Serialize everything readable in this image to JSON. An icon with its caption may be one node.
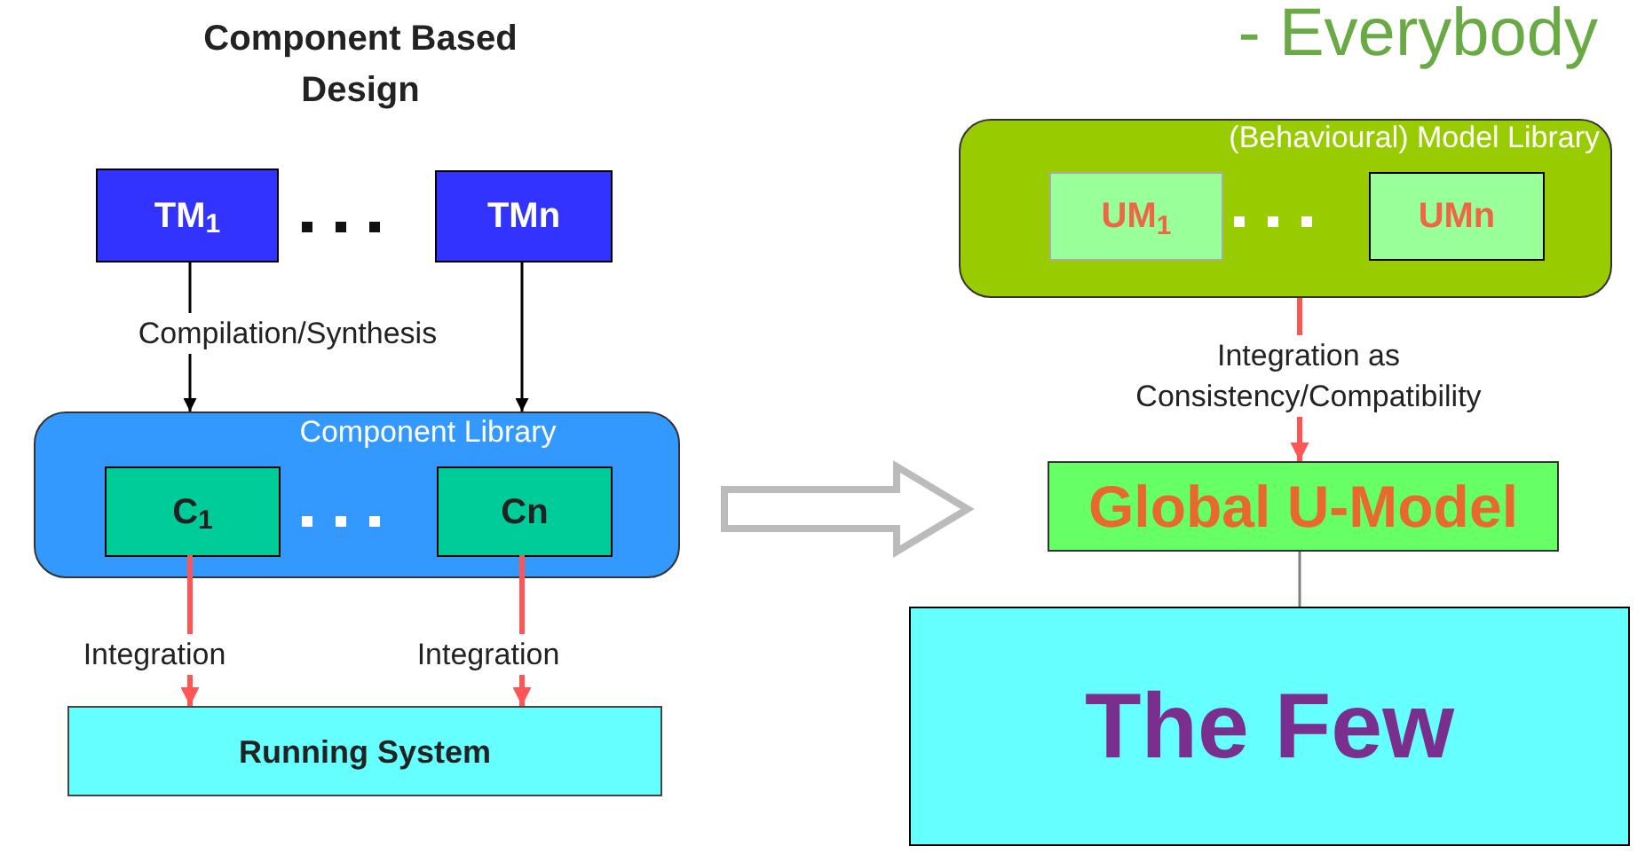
{
  "diagram": {
    "title": "Component Based Design",
    "nodes": [
      {
        "text": [
          "TM$_{1}$"
        ]
      },
      {
        "text": [
          "TMn"
        ]
      },
      {
        "text": [
          "Component Library"
        ]
      },
      {
        "text": [
          "C$_{1}$"
        ],
        "in": 2
      },
      {
        "text": [
          "Cn"
        ],
        "in": 2
      },
      {
        "text": [
          "Running System"
        ]
      },
      {
        "text": [
          "(Behavioural) Model Library"
        ]
      },
      {
        "text": [
          "UM$_{1}$"
        ],
        "in": 6
      },
      {
        "text": [
          "UMn"
        ],
        "in": 6
      },
      {
        "text": [
          "Global U-Model"
        ]
      },
      {
        "text": [
          "The Few"
        ]
      }
    ],
    "edges": [
      {
        "from": 0,
        "to": 2,
        "arrow": "to",
        "label": "Compilation/Synthesis",
        "color": "#000000"
      },
      {
        "from": 1,
        "to": 2,
        "arrow": "to",
        "color": "#000000"
      },
      {
        "from": 3,
        "to": 5,
        "arrow": "to",
        "label": "Integration",
        "style": "thick",
        "color": "#ff5555"
      },
      {
        "from": 4,
        "to": 5,
        "arrow": "to",
        "label": "Integration",
        "style": "thick",
        "color": "#ff5555"
      },
      {
        "from": 6,
        "to": 9,
        "arrow": "to",
        "label": "Integration as Consistency/Compatibility",
        "style": "thick",
        "color": "#ff5555"
      },
      {
        "from": 9,
        "to": 10,
        "arrow": "none",
        "color": "#808080"
      },
      {
        "from": 2,
        "to": 9,
        "arrow": "to",
        "style": "thick",
        "color": "#bbbbbb"
      }
    ],
    "labels": [
      "- Everybody"
    ]
  }
}
